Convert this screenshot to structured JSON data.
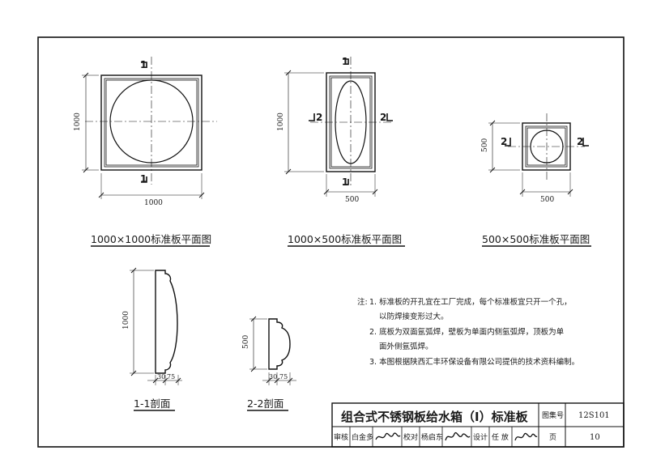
{
  "plan_views": {
    "p1000x1000": {
      "title": "1000×1000标准板平面图",
      "dim_horizontal": "1000",
      "dim_vertical": "1000",
      "section_top": "1",
      "section_bottom": "1"
    },
    "p1000x500": {
      "title": "1000×500标准板平面图",
      "dim_horizontal": "500",
      "dim_vertical": "1000",
      "section_top": "1",
      "section_bottom": "1",
      "section_left": "2",
      "section_right": "2"
    },
    "p500x500": {
      "title": "500×500标准板平面图",
      "dim_horizontal": "500",
      "dim_vertical": "500",
      "section_left": "2",
      "section_right": "2"
    }
  },
  "sections": {
    "s11": {
      "title": "1-1剖面",
      "dim_height": "1000",
      "dim_a": "30",
      "dim_b": "75"
    },
    "s22": {
      "title": "2-2剖面",
      "dim_height": "500",
      "dim_a": "30",
      "dim_b": "75"
    }
  },
  "notes": {
    "prefix": "注:",
    "lines": [
      "1. 标准板的开孔宜在工厂完成，每个标准板宜只开一个孔，",
      "以防焊接变形过大。",
      "2. 底板为双面氩弧焊，壁板为单面内侧氩弧焊，顶板为单",
      "面外侧氩弧焊。",
      "3. 本图根据陕西汇丰环保设备有限公司提供的技术资料编制。"
    ]
  },
  "title_block": {
    "title": "组合式不锈钢板给水箱（Ⅰ）标准板",
    "atlas_label": "图集号",
    "atlas_no": "12S101",
    "review_label": "审核",
    "reviewer": "白金多",
    "check_label": "校对",
    "checker": "杨启东",
    "design_label": "设计",
    "designer": "任 放",
    "page_label": "页",
    "page_no": "10"
  }
}
